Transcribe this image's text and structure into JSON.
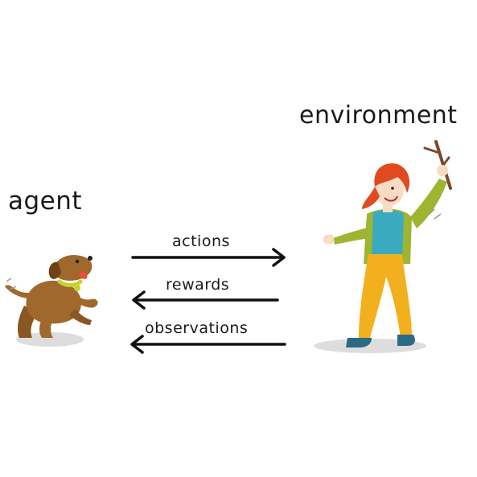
{
  "agent": {
    "label": "agent"
  },
  "environment": {
    "label": "environment"
  },
  "arrows": {
    "actions": "actions",
    "rewards": "rewards",
    "observations": "observations"
  },
  "colors": {
    "arrow": "#111111",
    "dog_fur": "#a0682c",
    "dog_collar": "#c9d12a",
    "hair": "#e04a1e",
    "shirt": "#3aaac0",
    "jacket": "#9db531",
    "pants": "#f2b01e",
    "shoes": "#2b6a86",
    "skin": "#f7dcc4",
    "stick": "#7a4a2a",
    "shadow": "#dddddd"
  },
  "icons": {
    "dog": "dog-illustration",
    "woman": "woman-with-stick-illustration"
  }
}
